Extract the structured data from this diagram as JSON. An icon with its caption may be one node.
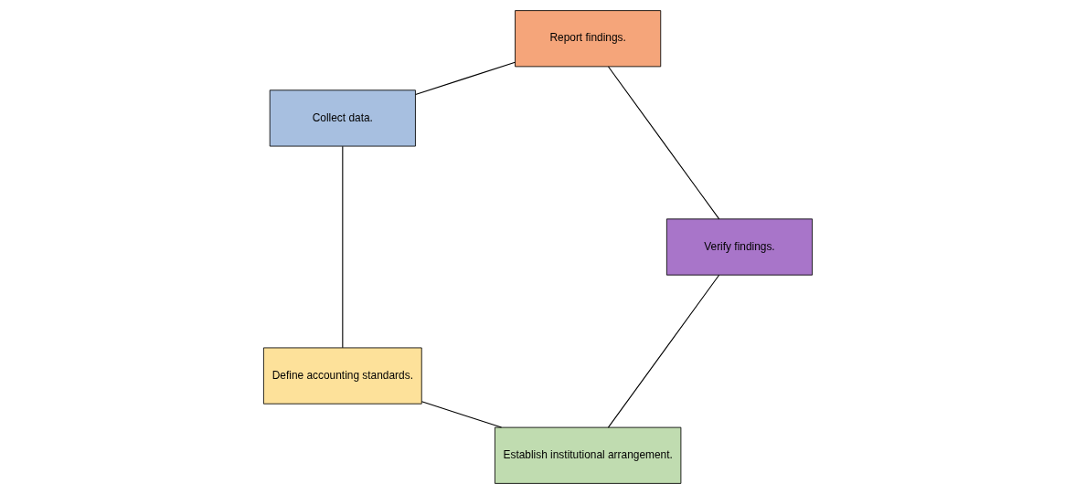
{
  "diagram": {
    "nodes": [
      {
        "text": [
          "Establish institutional arrangement."
        ]
      },
      {
        "text": [
          "Define accounting standards."
        ]
      },
      {
        "text": [
          "Collect data."
        ]
      },
      {
        "text": [
          "Report findings."
        ]
      },
      {
        "text": [
          "Verify findings."
        ]
      }
    ],
    "edges": [
      {
        "from": 0,
        "to": 1,
        "arrow": "none"
      },
      {
        "from": 1,
        "to": 2,
        "arrow": "none"
      },
      {
        "from": 2,
        "to": 3,
        "arrow": "none"
      },
      {
        "from": 3,
        "to": 4,
        "arrow": "none"
      },
      {
        "from": 4,
        "to": 0,
        "arrow": "none"
      }
    ]
  }
}
